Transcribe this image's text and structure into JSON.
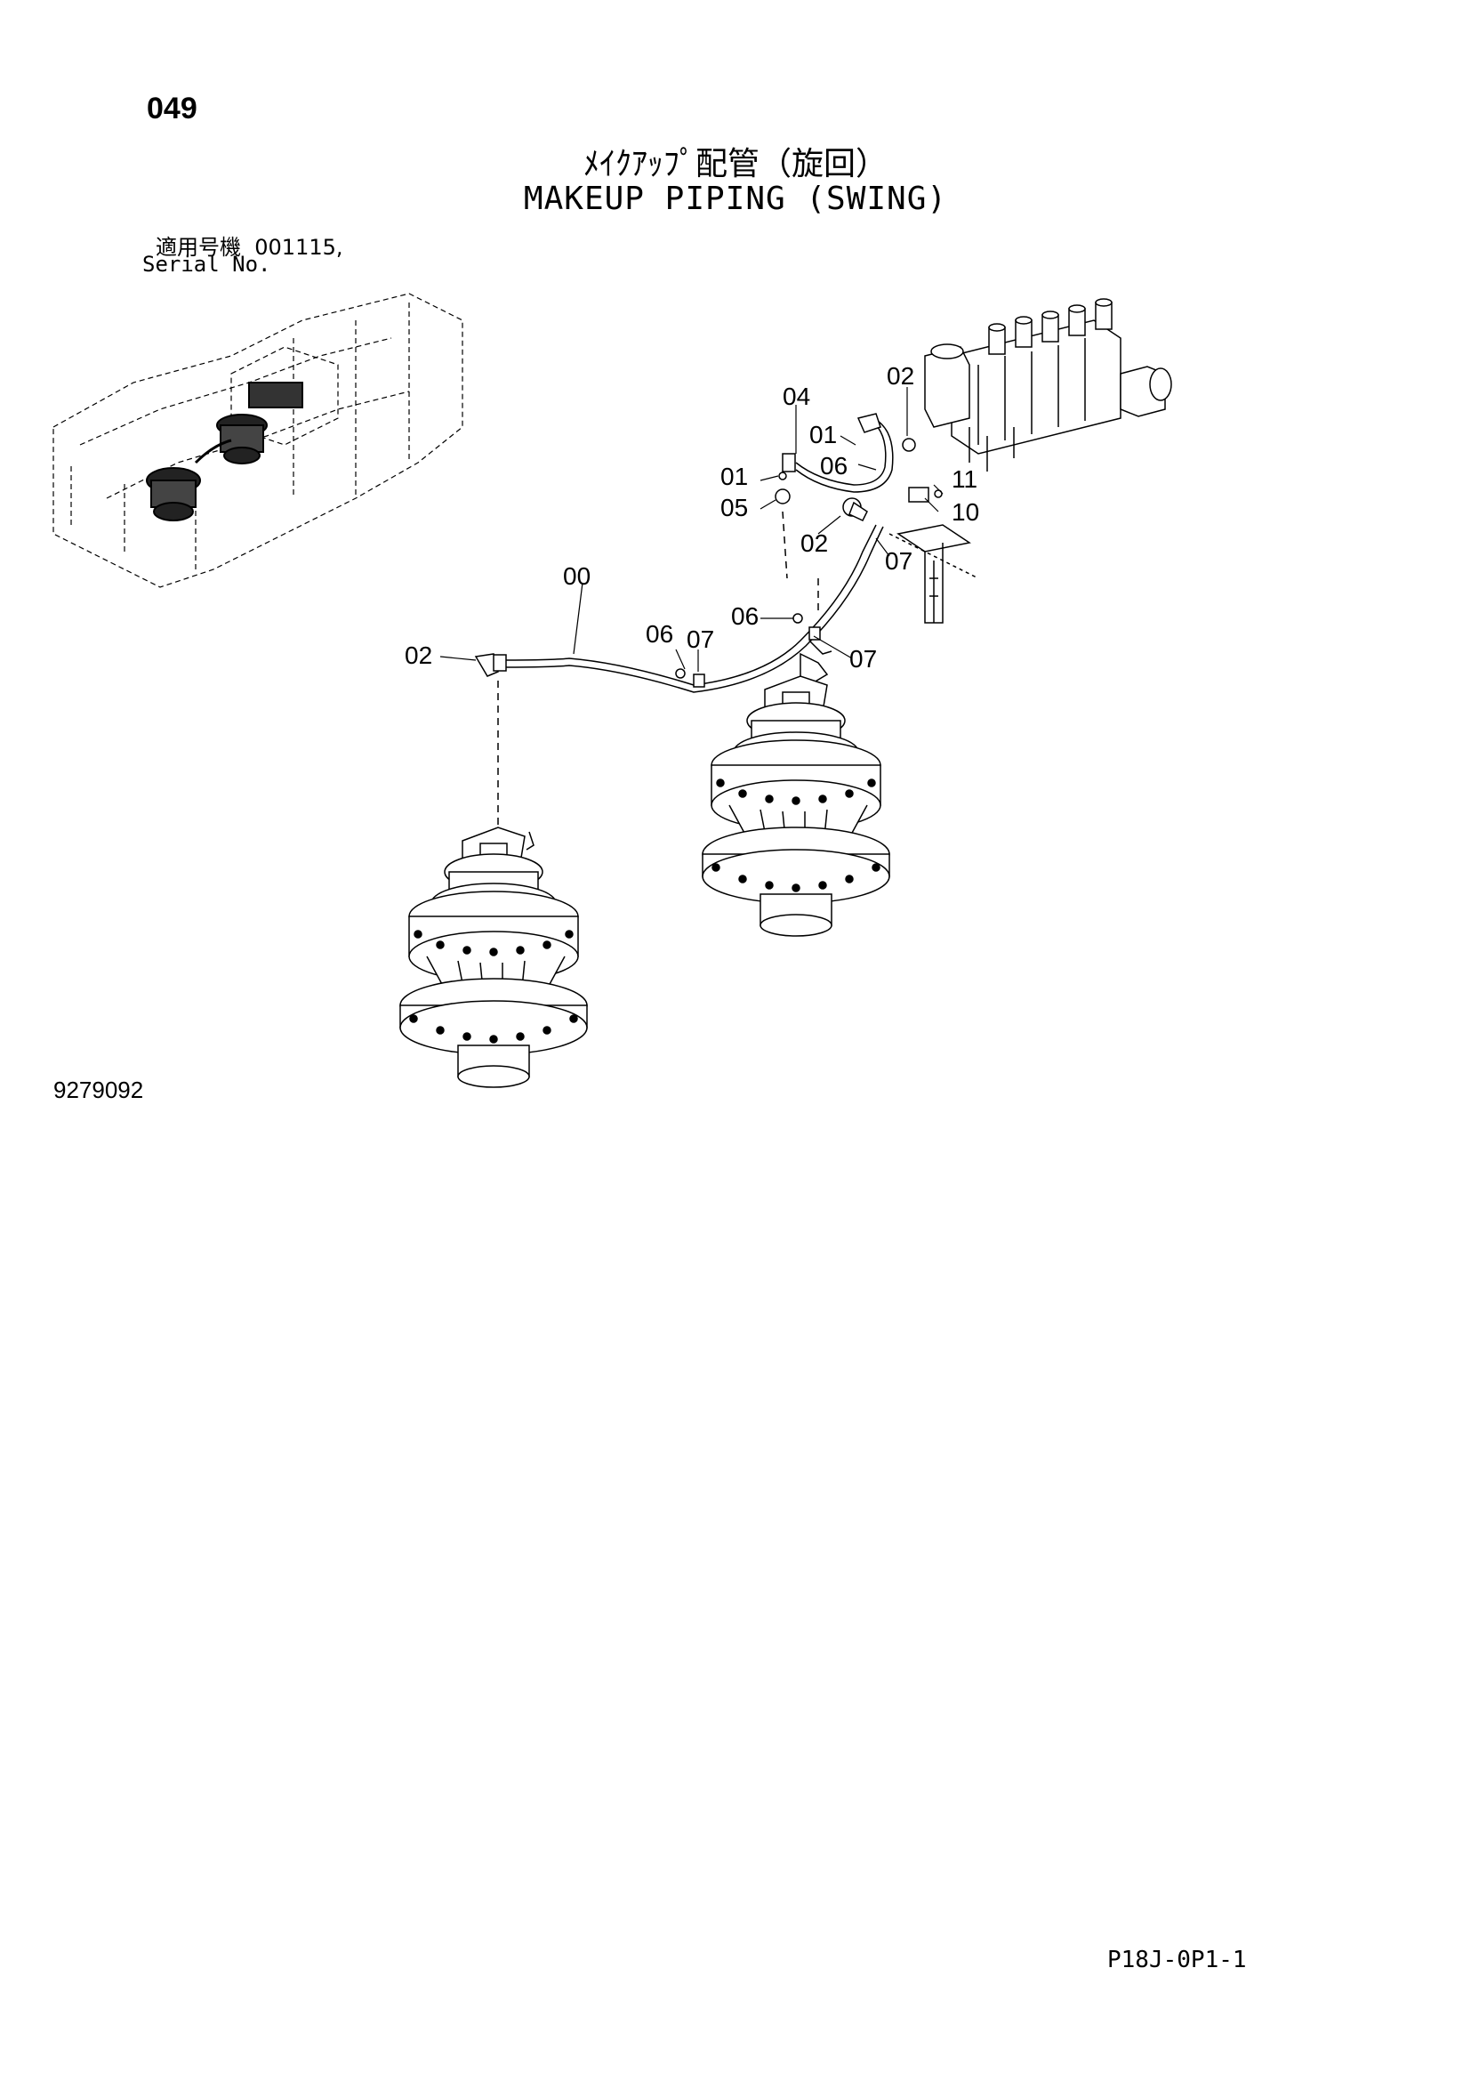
{
  "page_number": "049",
  "title_jp": "ﾒｲｸｱｯﾌﾟ配管（旋回）",
  "title_en": "MAKEUP PIPING (SWING)",
  "serial_label_jp": "適用号機",
  "serial_value": "001115,",
  "serial_label_en": "Serial No.",
  "diagram_id": "9279092",
  "page_ref": "P18J-0P1-1",
  "callouts": {
    "c00": "00",
    "c01a": "01",
    "c01b": "01",
    "c02a": "02",
    "c02b": "02",
    "c02c": "02",
    "c04": "04",
    "c05": "05",
    "c06a": "06",
    "c06b": "06",
    "c06c": "06",
    "c07a": "07",
    "c07b": "07",
    "c07c": "07",
    "c10": "10",
    "c11": "11"
  }
}
